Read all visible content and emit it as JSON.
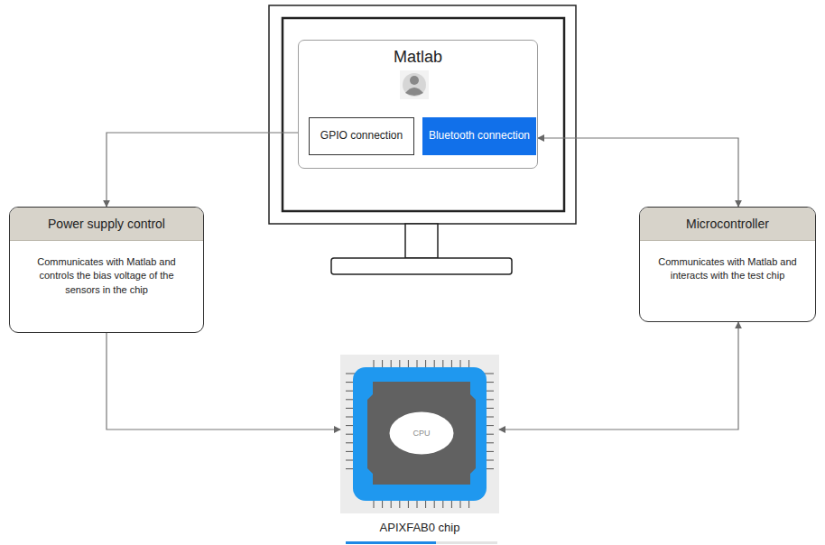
{
  "diagram": {
    "nodes": [
      {
        "text": [
          "Matlab"
        ]
      },
      {
        "text": [
          "GPIO connection"
        ],
        "in": 0
      },
      {
        "text": [
          "Bluetooth connection"
        ],
        "in": 0
      },
      {
        "text": [
          "Power supply control",
          "Communicates with Matlab and controls the bias voltage of the sensors in the chip"
        ]
      },
      {
        "text": [
          "Microcontroller",
          "Communicates with Matlab and interacts with the test chip"
        ]
      },
      {
        "text": [
          "APIXFAB0 chip"
        ]
      },
      {
        "text": [
          "CPU"
        ],
        "in": 5
      }
    ],
    "edges": [
      {
        "from": 0,
        "to": 3,
        "arrow": "to"
      },
      {
        "from": 3,
        "to": 5,
        "arrow": "to"
      },
      {
        "from": 0,
        "to": 4,
        "arrow": "both"
      },
      {
        "from": 4,
        "to": 5,
        "arrow": "both"
      }
    ]
  }
}
